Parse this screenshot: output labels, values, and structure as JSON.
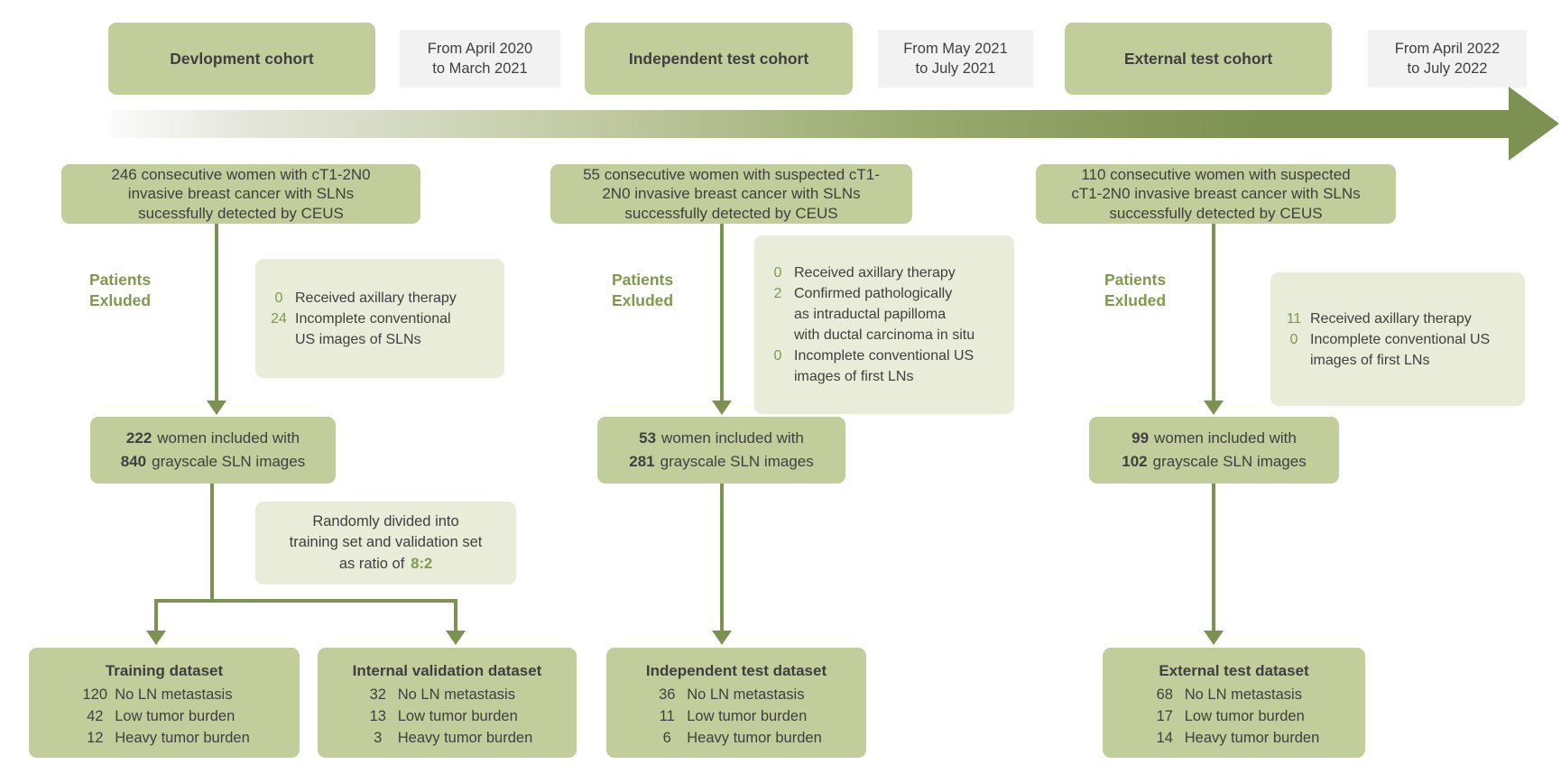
{
  "palette": {
    "box_green": "#c1cd9b",
    "note_green": "#e8ecd9",
    "date_gray": "#f2f2f2",
    "olive_arrow": "#7d9152",
    "green_text": "#7f994d",
    "dark_text": "#3f3f3f"
  },
  "header": {
    "cohorts": [
      {
        "label": "Devlopment cohort",
        "date": "From April 2020\nto March 2021"
      },
      {
        "label": "Independent test cohort",
        "date": "From May 2021\nto July 2021"
      },
      {
        "label": "External test cohort",
        "date": "From April 2022\nto July 2022"
      }
    ]
  },
  "columns": [
    {
      "initial_text": "246 consecutive women with cT1-2N0\ninvasive breast cancer with SLNs\nsucessfully detected by CEUS",
      "excluded_label": "Patients\nExluded",
      "exclusions": [
        {
          "count": "0",
          "text": "Received axillary therapy"
        },
        {
          "count": "24",
          "text": "Incomplete  conventional\nUS images of SLNs"
        }
      ],
      "included": {
        "count1": "222",
        "text1": "women included with",
        "count2": "840",
        "text2": "grayscale SLN images"
      },
      "note": {
        "text": "Randomly divided into\ntraining set and validation set\nas ratio of",
        "ratio": "8:2"
      },
      "datasets": [
        {
          "title": "Training dataset",
          "rows": [
            {
              "count": "120",
              "label": "No LN metastasis"
            },
            {
              "count": "42",
              "label": "Low tumor burden"
            },
            {
              "count": "12",
              "label": "Heavy tumor burden"
            }
          ]
        },
        {
          "title": "Internal validation dataset",
          "rows": [
            {
              "count": "32",
              "label": "No LN metastasis"
            },
            {
              "count": "13",
              "label": "Low tumor burden"
            },
            {
              "count": "3",
              "label": "Heavy tumor burden"
            }
          ]
        }
      ]
    },
    {
      "initial_text": "55 consecutive women with suspected cT1-\n2N0 invasive breast cancer with SLNs\nsuccessfully detected by CEUS",
      "excluded_label": "Patients\nExluded",
      "exclusions": [
        {
          "count": "0",
          "text": "Received axillary therapy"
        },
        {
          "count": "2",
          "text": "Confirmed pathologically\nas  intraductal papilloma\nwith ductal carcinoma in situ"
        },
        {
          "count": "0",
          "text": "Incomplete conventional US\nimages of first LNs"
        }
      ],
      "included": {
        "count1": "53",
        "text1": "women included with",
        "count2": "281",
        "text2": "grayscale SLN images"
      },
      "datasets": [
        {
          "title": "Independent test dataset",
          "rows": [
            {
              "count": "36",
              "label": "No LN metastasis"
            },
            {
              "count": "11",
              "label": "Low tumor burden"
            },
            {
              "count": "6",
              "label": "Heavy tumor burden"
            }
          ]
        }
      ]
    },
    {
      "initial_text": "110 consecutive women with suspected\ncT1-2N0 invasive breast cancer with SLNs\nsuccessfully detected by CEUS",
      "excluded_label": "Patients\nExluded",
      "exclusions": [
        {
          "count": "11",
          "text": "Received axillary therapy"
        },
        {
          "count": "0",
          "text": "Incomplete conventional US\nimages of first LNs"
        }
      ],
      "included": {
        "count1": "99",
        "text1": "women included with",
        "count2": "102",
        "text2": "grayscale SLN images"
      },
      "datasets": [
        {
          "title": "External test dataset",
          "rows": [
            {
              "count": "68",
              "label": "No LN metastasis"
            },
            {
              "count": "17",
              "label": "Low tumor burden"
            },
            {
              "count": "14",
              "label": "Heavy tumor burden"
            }
          ]
        }
      ]
    }
  ]
}
